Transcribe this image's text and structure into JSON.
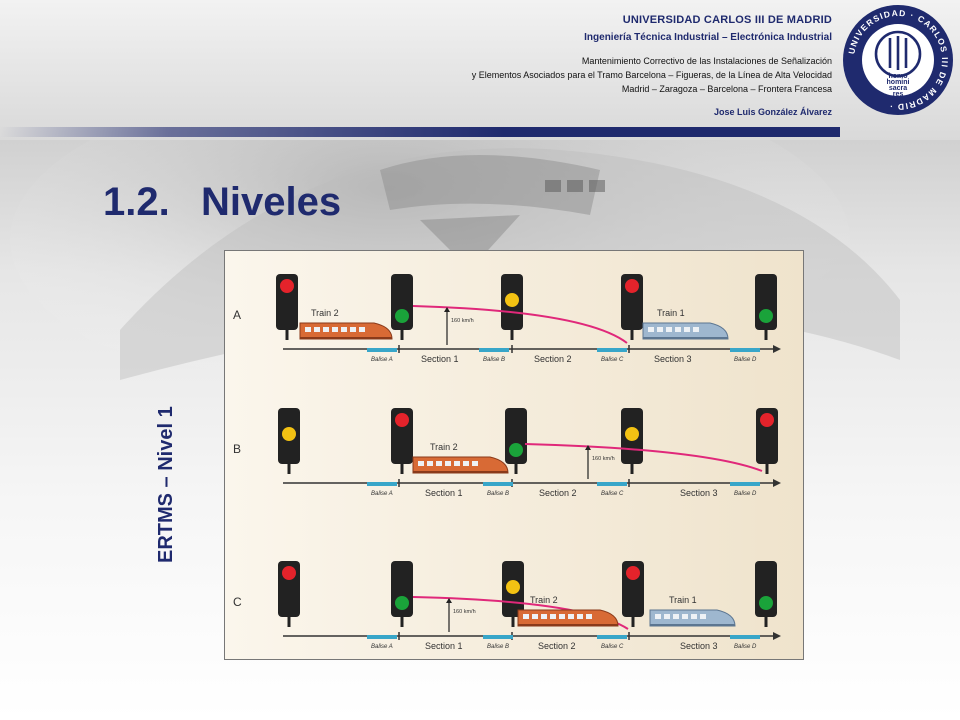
{
  "header": {
    "university": "UNIVERSIDAD CARLOS III DE MADRID",
    "degree": "Ingeniería Técnica Industrial – Electrónica Industrial",
    "thesis_line1": "Mantenimiento Correctivo de las Instalaciones de Señalización",
    "thesis_line2": "y Elementos Asociados para el Tramo Barcelona – Figueras, de la Línea de Alta Velocidad",
    "thesis_line3": "Madrid – Zaragoza – Barcelona – Frontera Francesa",
    "author": "Jose Luis González Álvarez",
    "seal_text_top": "UNIVERSIDAD CARLOS III DE MADRID",
    "seal_center": [
      "homo",
      "homini",
      "sacra",
      "res"
    ]
  },
  "slide": {
    "number": "1.2.",
    "title": "Niveles",
    "side_label": "ERTMS – Nivel 1"
  },
  "colors": {
    "navy": "#1f2a6e",
    "signal_red": "#e4232b",
    "signal_yellow": "#f3c213",
    "signal_green": "#1aa33a",
    "curve": "#e0287a",
    "train_orange": "#d86a35",
    "train_blue": "#9eb7cf",
    "balise": "#38a6c9"
  },
  "diagram": {
    "speed": "160 km/h",
    "scenarios": [
      {
        "label": "A",
        "signals": [
          "red",
          "green",
          "yellow",
          "red",
          "green"
        ],
        "trains": [
          {
            "name": "Train 2",
            "type": "orange"
          },
          {
            "name": "Train 1",
            "type": "blue"
          }
        ],
        "balises": [
          "Balise A",
          "Balise B",
          "Balise C",
          "Balise D"
        ],
        "sections": [
          "Section 1",
          "Section 2",
          "Section 3"
        ]
      },
      {
        "label": "B",
        "signals": [
          "yellow",
          "red",
          "green",
          "yellow",
          "red"
        ],
        "trains": [
          {
            "name": "Train 2",
            "type": "orange"
          }
        ],
        "balises": [
          "Balise A",
          "Balise B",
          "Balise C",
          "Balise D"
        ],
        "sections": [
          "Section 1",
          "Section 2",
          "Section 3"
        ]
      },
      {
        "label": "C",
        "signals": [
          "red",
          "green",
          "yellow",
          "red",
          "green"
        ],
        "trains": [
          {
            "name": "Train 2",
            "type": "orange"
          },
          {
            "name": "Train 1",
            "type": "blue"
          }
        ],
        "balises": [
          "Balise A",
          "Balise B",
          "Balise C",
          "Balise D"
        ],
        "sections": [
          "Section 1",
          "Section 2",
          "Section 3"
        ]
      }
    ]
  }
}
